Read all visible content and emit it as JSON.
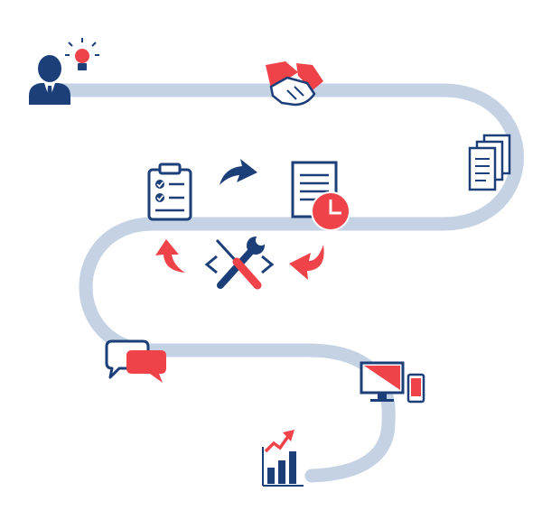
{
  "colors": {
    "navy": "#1c3f7a",
    "red": "#ef4249",
    "road": "#c4d2e3",
    "white": "#ffffff"
  },
  "road_path": {
    "name": "process-roadmap-path"
  },
  "steps": [
    {
      "name": "idea-person-icon",
      "icon": "businessman-lightbulb"
    },
    {
      "name": "handshake-icon",
      "icon": "handshake"
    },
    {
      "name": "documents-icon",
      "icon": "document-stack"
    },
    {
      "name": "schedule-document-icon",
      "icon": "document-clock"
    },
    {
      "name": "checklist-icon",
      "icon": "clipboard-checklist"
    },
    {
      "name": "development-tools-icon",
      "icon": "code-wrench-screwdriver"
    },
    {
      "name": "chat-icon",
      "icon": "speech-bubbles"
    },
    {
      "name": "devices-icon",
      "icon": "monitor-phone"
    },
    {
      "name": "growth-chart-icon",
      "icon": "bar-chart-rising"
    }
  ],
  "arrows": [
    {
      "name": "arrow-navy-right-icon",
      "icon": "curved-arrow"
    },
    {
      "name": "arrow-red-left-icon",
      "icon": "curved-arrow"
    },
    {
      "name": "arrow-red-up-icon",
      "icon": "curved-arrow"
    }
  ]
}
